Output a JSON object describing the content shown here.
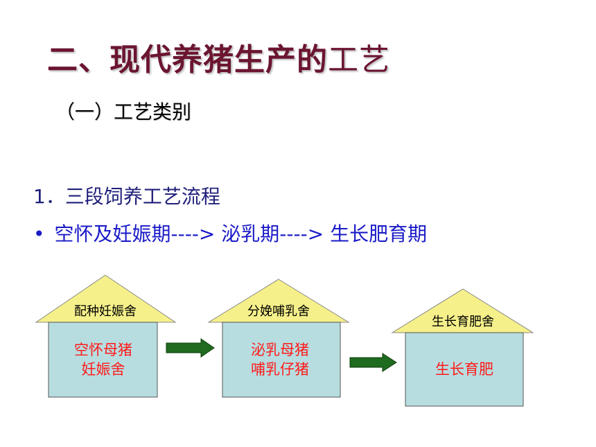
{
  "title": {
    "bold": "二、现代养猪生产的",
    "light": "工艺"
  },
  "subtitle": "（一）工艺类别",
  "item1": "1．三段饲养工艺流程",
  "bullet": {
    "dot": "•",
    "text": "空怀及妊娠期----> 泌乳期----> 生长肥育期"
  },
  "houses": [
    {
      "roof_label": "配种妊娠舍",
      "lines": [
        "空怀母猪",
        "妊娠舍"
      ]
    },
    {
      "roof_label": "分娩哺乳舍",
      "lines": [
        "泌乳母猪",
        "哺乳仔猪"
      ]
    },
    {
      "roof_label": "生长育肥舍",
      "lines": [
        "生长育肥"
      ]
    }
  ],
  "colors": {
    "roof": "#f5f08a",
    "wall": "#b7dde0",
    "body_text": "#ff1a1a",
    "arrow": "#1f6b1f"
  }
}
